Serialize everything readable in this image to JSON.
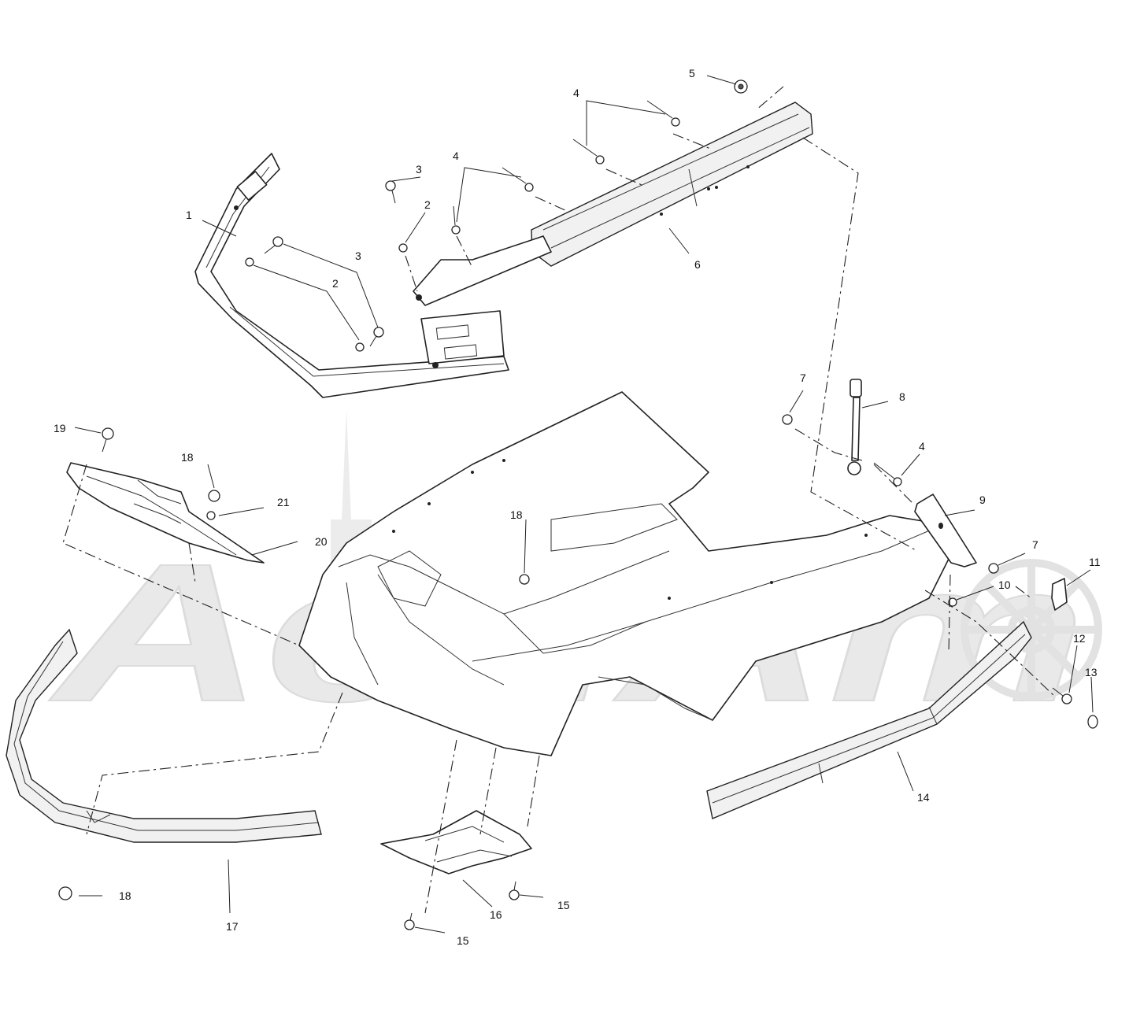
{
  "diagram": {
    "watermark": "AeriAm",
    "callouts": [
      {
        "id": "c1",
        "label": "1"
      },
      {
        "id": "c2a",
        "label": "2"
      },
      {
        "id": "c2b",
        "label": "2"
      },
      {
        "id": "c3a",
        "label": "3"
      },
      {
        "id": "c3b",
        "label": "3"
      },
      {
        "id": "c4a",
        "label": "4"
      },
      {
        "id": "c4b",
        "label": "4"
      },
      {
        "id": "c4c",
        "label": "4"
      },
      {
        "id": "c5",
        "label": "5"
      },
      {
        "id": "c6",
        "label": "6"
      },
      {
        "id": "c7a",
        "label": "7"
      },
      {
        "id": "c7b",
        "label": "7"
      },
      {
        "id": "c8",
        "label": "8"
      },
      {
        "id": "c9",
        "label": "9"
      },
      {
        "id": "c10",
        "label": "10"
      },
      {
        "id": "c11",
        "label": "11"
      },
      {
        "id": "c12",
        "label": "12"
      },
      {
        "id": "c13",
        "label": "13"
      },
      {
        "id": "c14",
        "label": "14"
      },
      {
        "id": "c15a",
        "label": "15"
      },
      {
        "id": "c15b",
        "label": "15"
      },
      {
        "id": "c16",
        "label": "16"
      },
      {
        "id": "c17",
        "label": "17"
      },
      {
        "id": "c18a",
        "label": "18"
      },
      {
        "id": "c18b",
        "label": "18"
      },
      {
        "id": "c18c",
        "label": "18"
      },
      {
        "id": "c19",
        "label": "19"
      },
      {
        "id": "c20",
        "label": "20"
      },
      {
        "id": "c21",
        "label": "21"
      }
    ]
  }
}
